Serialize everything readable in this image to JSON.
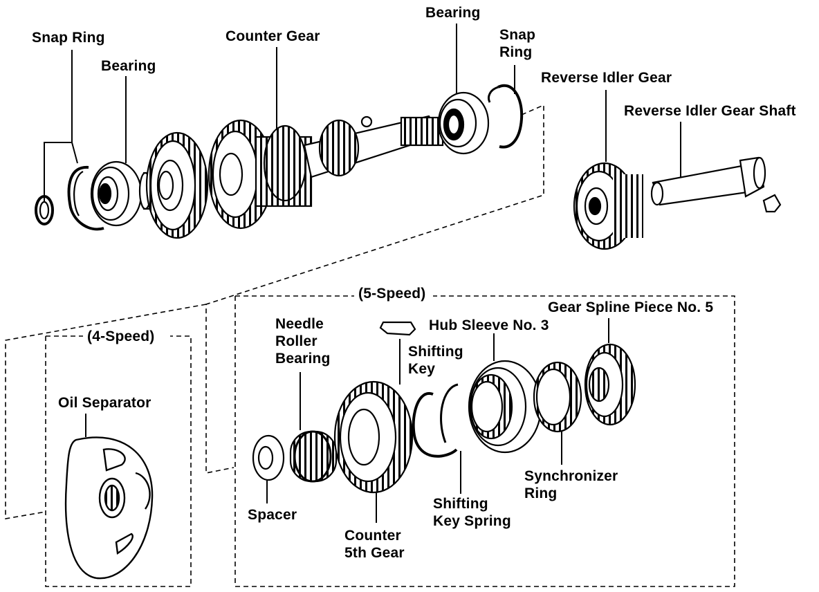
{
  "labels": {
    "snap_ring_left": "Snap Ring",
    "bearing_left": "Bearing",
    "counter_gear": "Counter Gear",
    "bearing_right": "Bearing",
    "snap_ring_right_1": "Snap",
    "snap_ring_right_2": "Ring",
    "reverse_idler_gear": "Reverse Idler Gear",
    "reverse_idler_gear_shaft": "Reverse Idler Gear Shaft",
    "five_speed": "(5-Speed)",
    "four_speed": "(4-Speed)",
    "gear_spline_piece": "Gear Spline Piece No. 5",
    "needle_1": "Needle",
    "needle_2": "Roller",
    "needle_3": "Bearing",
    "hub_sleeve": "Hub Sleeve No. 3",
    "shifting_key_1": "Shifting",
    "shifting_key_2": "Key",
    "oil_separator": "Oil Separator",
    "spacer": "Spacer",
    "counter_5th_1": "Counter",
    "counter_5th_2": "5th Gear",
    "shifting_key_spring_1": "Shifting",
    "shifting_key_spring_2": "Key Spring",
    "synchronizer_1": "Synchronizer",
    "synchronizer_2": "Ring"
  }
}
